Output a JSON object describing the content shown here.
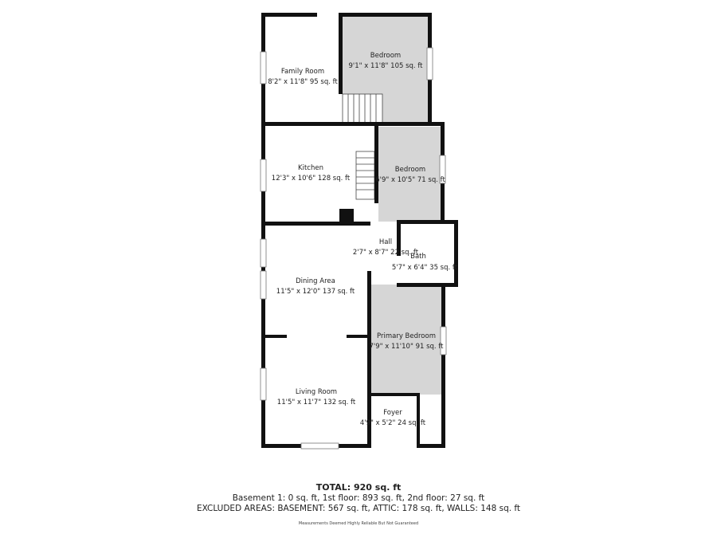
{
  "rooms": [
    {
      "name": "Family Room",
      "size": "8'2\" x 11'8\" 95 sq. ft"
    },
    {
      "name": "Bedroom",
      "size": "9'1\" x 11'8\" 105 sq. ft"
    },
    {
      "name": "Kitchen",
      "size": "12'3\" x 10'6\" 128 sq. ft"
    },
    {
      "name": "Bedroom",
      "size": "6'9\" x 10'5\" 71 sq. ft"
    },
    {
      "name": "Hall",
      "size": "2'7\" x 8'7\" 22 sq. ft"
    },
    {
      "name": "Bath",
      "size": "5'7\" x 6'4\" 35 sq. ft"
    },
    {
      "name": "Dining Area",
      "size": "11'5\" x 12'0\" 137 sq. ft"
    },
    {
      "name": "Primary Bedroom",
      "size": "7'9\" x 11'10\" 91 sq. ft"
    },
    {
      "name": "Living Room",
      "size": "11'5\" x 11'7\" 132 sq. ft"
    },
    {
      "name": "Foyer",
      "size": "4'9\" x 5'2\" 24 sq. ft"
    }
  ],
  "colors": {
    "wall": "#111111",
    "bedroom_fill": "#d6d6d6"
  },
  "summary": {
    "total": "TOTAL: 920 sq. ft",
    "floors": "Basement 1: 0 sq. ft, 1st floor: 893 sq. ft, 2nd floor: 27 sq. ft",
    "excluded": "EXCLUDED AREAS: BASEMENT: 567 sq. ft, ATTIC: 178 sq. ft, WALLS: 148 sq. ft",
    "disclaimer": "Measurements Deemed Highly Reliable But Not Guaranteed"
  }
}
